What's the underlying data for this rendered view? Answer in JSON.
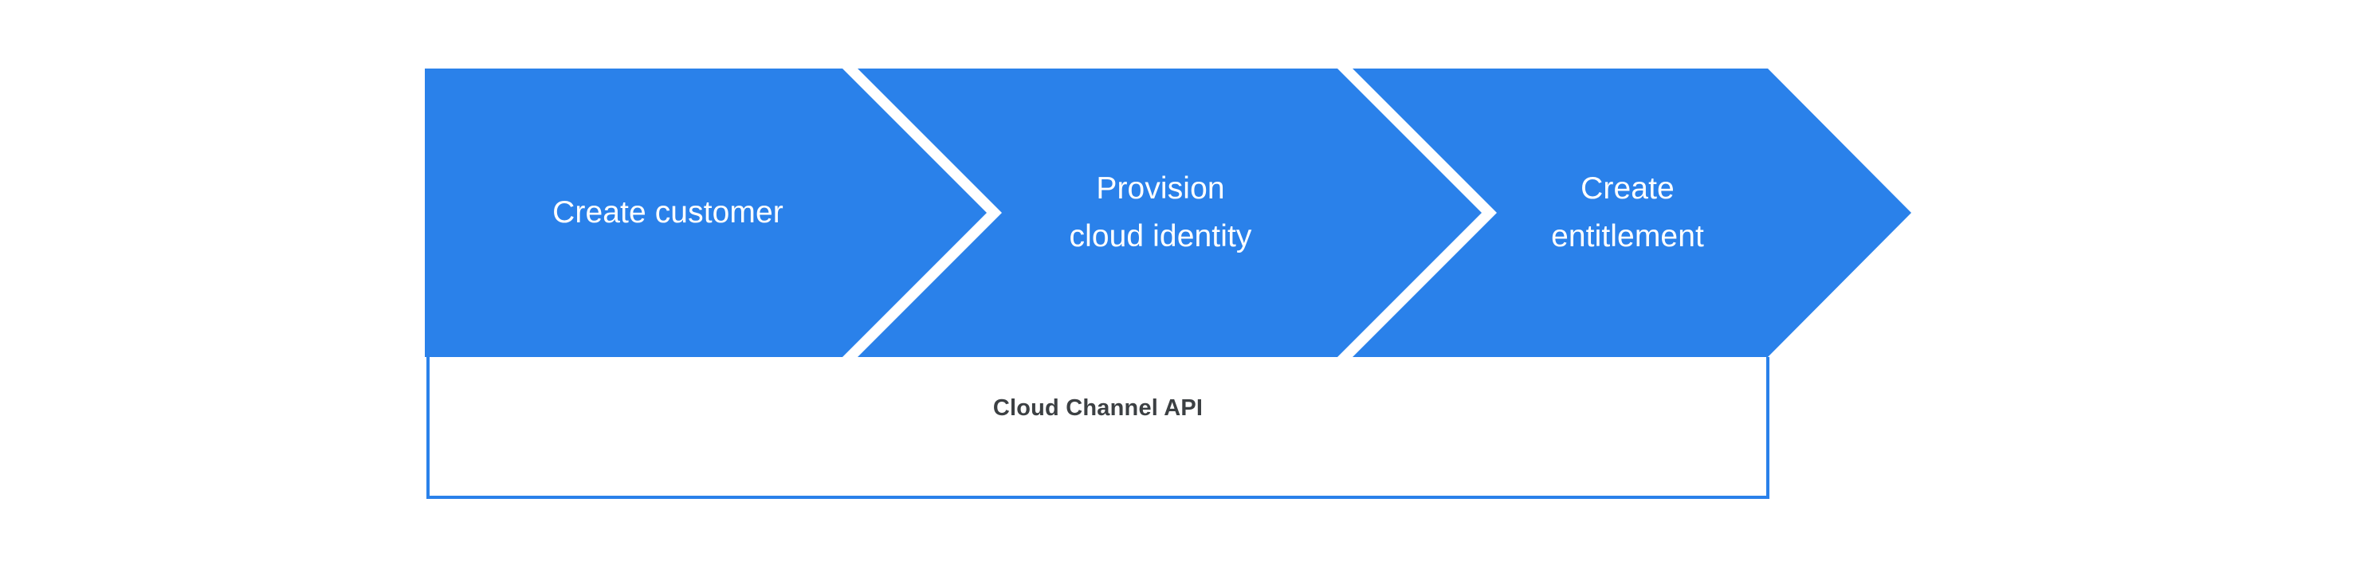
{
  "diagram": {
    "type": "chevron-process-flow",
    "title": "",
    "background_color": "#ffffff",
    "accent_color": "#2a81ea",
    "chevron_text_color": "#ffffff",
    "band_text_color": "#3c4043",
    "steps": [
      {
        "id": "create-customer",
        "label": "Create customer",
        "order": 1
      },
      {
        "id": "provision-cloud-identity",
        "label": "Provision\ncloud identity",
        "order": 2
      },
      {
        "id": "create-entitlement",
        "label": "Create\nentitlement",
        "order": 3
      }
    ],
    "band": {
      "label": "Cloud Channel API",
      "border_color": "#2a81ea"
    }
  }
}
